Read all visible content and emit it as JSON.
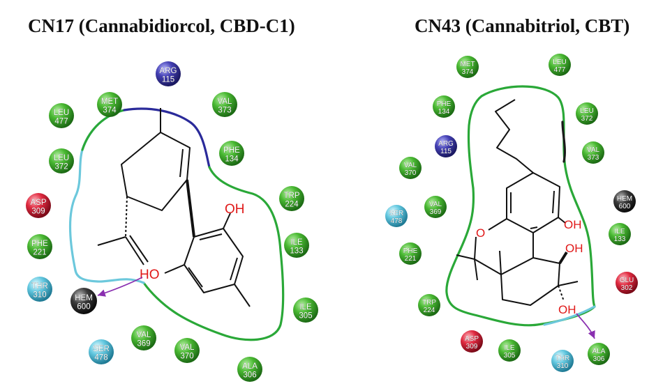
{
  "panels": [
    {
      "title": "CN17 (Cannabidiorcol, CBD-C1)",
      "atom_labels": [
        "OH",
        "HO"
      ],
      "residues": [
        {
          "name": "ARG",
          "num": "115",
          "type": "basic"
        },
        {
          "name": "MET",
          "num": "374",
          "type": "hydrophobic"
        },
        {
          "name": "VAL",
          "num": "373",
          "type": "hydrophobic"
        },
        {
          "name": "LEU",
          "num": "477",
          "type": "hydrophobic"
        },
        {
          "name": "PHE",
          "num": "134",
          "type": "hydrophobic"
        },
        {
          "name": "LEU",
          "num": "372",
          "type": "hydrophobic"
        },
        {
          "name": "TRP",
          "num": "224",
          "type": "hydrophobic"
        },
        {
          "name": "ASP",
          "num": "309",
          "type": "acidic"
        },
        {
          "name": "ILE",
          "num": "133",
          "type": "hydrophobic"
        },
        {
          "name": "PHE",
          "num": "221",
          "type": "hydrophobic"
        },
        {
          "name": "THR",
          "num": "310",
          "type": "polar"
        },
        {
          "name": "HEM",
          "num": "600",
          "type": "heme"
        },
        {
          "name": "ILE",
          "num": "305",
          "type": "hydrophobic"
        },
        {
          "name": "VAL",
          "num": "369",
          "type": "hydrophobic"
        },
        {
          "name": "VAL",
          "num": "370",
          "type": "hydrophobic"
        },
        {
          "name": "SER",
          "num": "478",
          "type": "polar"
        },
        {
          "name": "ALA",
          "num": "306",
          "type": "hydrophobic"
        }
      ]
    },
    {
      "title": "CN43 (Cannabitriol, CBT)",
      "atom_labels": [
        "OH",
        "OH",
        "O",
        "OH"
      ],
      "residues": [
        {
          "name": "MET",
          "num": "374",
          "type": "hydrophobic"
        },
        {
          "name": "LEU",
          "num": "477",
          "type": "hydrophobic"
        },
        {
          "name": "PHE",
          "num": "134",
          "type": "hydrophobic"
        },
        {
          "name": "LEU",
          "num": "372",
          "type": "hydrophobic"
        },
        {
          "name": "ARG",
          "num": "115",
          "type": "basic"
        },
        {
          "name": "VAL",
          "num": "373",
          "type": "hydrophobic"
        },
        {
          "name": "VAL",
          "num": "370",
          "type": "hydrophobic"
        },
        {
          "name": "HEM",
          "num": "600",
          "type": "heme"
        },
        {
          "name": "VAL",
          "num": "369",
          "type": "hydrophobic"
        },
        {
          "name": "SER",
          "num": "478",
          "type": "polar"
        },
        {
          "name": "ILE",
          "num": "133",
          "type": "hydrophobic"
        },
        {
          "name": "PHE",
          "num": "221",
          "type": "hydrophobic"
        },
        {
          "name": "GLU",
          "num": "302",
          "type": "acidic"
        },
        {
          "name": "TRP",
          "num": "224",
          "type": "hydrophobic"
        },
        {
          "name": "ASP",
          "num": "309",
          "type": "acidic"
        },
        {
          "name": "ILE",
          "num": "305",
          "type": "hydrophobic"
        },
        {
          "name": "THR",
          "num": "310",
          "type": "polar"
        },
        {
          "name": "ALA",
          "num": "306",
          "type": "hydrophobic"
        }
      ]
    }
  ],
  "colors": {
    "hydrophobic": "#3fae2a",
    "basic": "#3a37a8",
    "acidic": "#e0203a",
    "polar": "#5bc4dc",
    "heme": "#2c2c2c",
    "pocket_green": "#2aa838",
    "pocket_blue": "#2a2a9a",
    "pocket_cyan": "#6cc8dc",
    "hbond_arrow": "#8a2fb0",
    "atom_red": "#e01818"
  }
}
